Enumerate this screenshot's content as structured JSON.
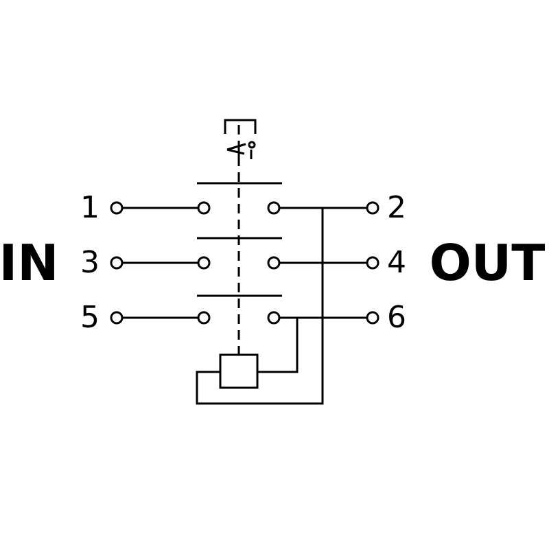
{
  "labels": {
    "in": "IN",
    "out": "OUT"
  },
  "terminals": {
    "t1": "1",
    "t2": "2",
    "t3": "3",
    "t4": "4",
    "t5": "5",
    "t6": "6"
  },
  "colors": {
    "line": "#000000",
    "background": "#ffffff"
  }
}
